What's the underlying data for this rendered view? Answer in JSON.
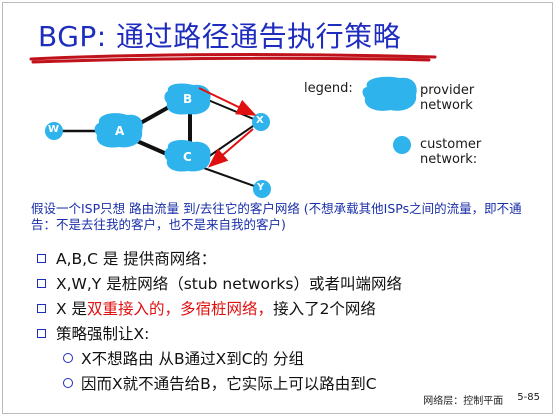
{
  "title": "BGP: 通过路径通告执行策略",
  "nodes": {
    "a": "A",
    "b": "B",
    "c": "C",
    "w": "W",
    "x": "X",
    "y": "Y"
  },
  "legend": {
    "label": "legend:",
    "provider_line1": "provider",
    "provider_line2": "network",
    "customer_line1": "customer",
    "customer_line2": "network:"
  },
  "note": "假设一个ISP只想 路由流量 到/去往它的客户网络 (不想承载其他ISPs之间的流量，即不通告：不是去往我的客户，也不是来自我的客户)",
  "bullets": [
    {
      "text": "A,B,C 是 提供商网络："
    },
    {
      "text": "X,W,Y 是桩网络（stub networks）或者叫端网络"
    },
    {
      "pre": "X 是",
      "red": "双重接入的，多宿桩网络，",
      "post": "接入了2个网络"
    },
    {
      "text": "策略强制让X:"
    },
    {
      "text": "X不想路由 从B通过X到C的 分组"
    },
    {
      "text": "因而X就不通告给B，它实际上可以路由到C"
    }
  ],
  "footer": {
    "section": "网络层：控制平面",
    "page": "5-85"
  },
  "colors": {
    "title": "#1f2dbf",
    "cloud": "#2fb3ec",
    "accent_red": "#e01010",
    "note_text": "#1a2fa8"
  }
}
